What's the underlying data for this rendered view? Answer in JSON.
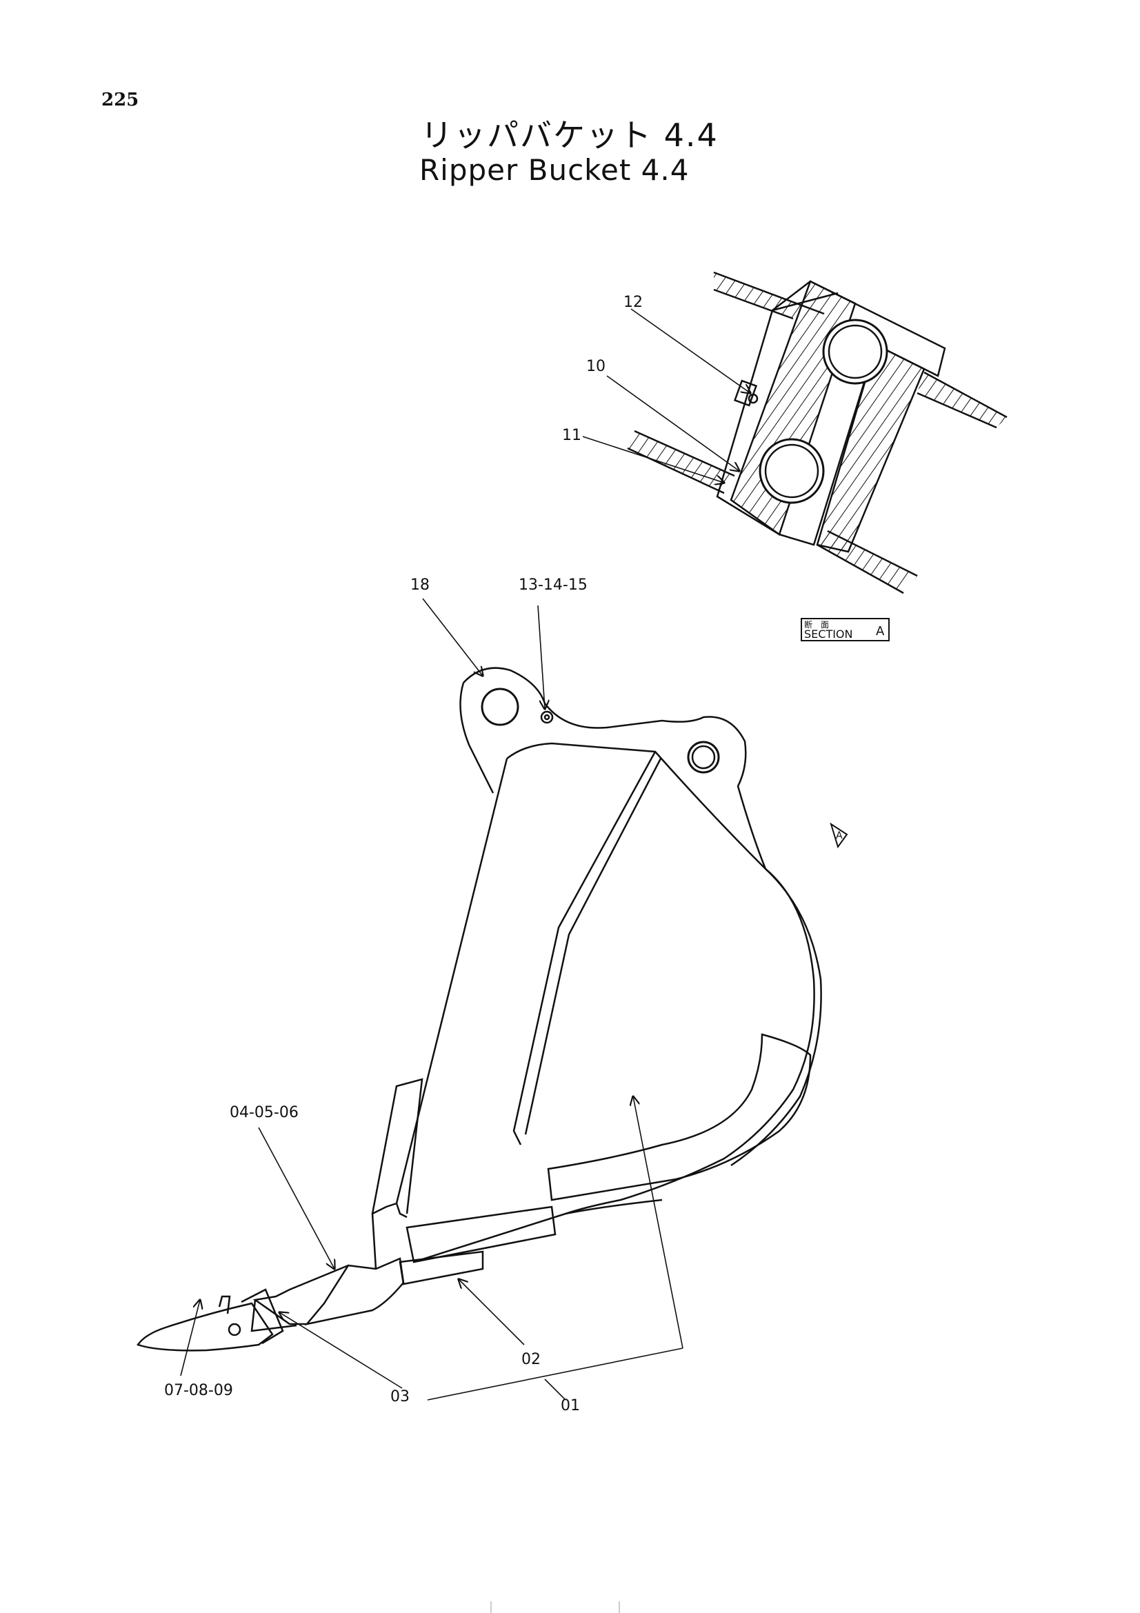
{
  "page": {
    "number": "225"
  },
  "title": {
    "japanese": "リッパバケット 4.4",
    "english": "Ripper Bucket 4.4"
  },
  "callouts": {
    "c12": "12",
    "c10": "10",
    "c11": "11",
    "c18": "18",
    "c131415": "13-14-15",
    "c040506": "04-05-06",
    "c070809": "07-08-09",
    "c03": "03",
    "c02": "02",
    "c01": "01"
  },
  "section_label": {
    "kanji": "断　面",
    "text": "SECTION",
    "letter": "A"
  },
  "view_marker": "A"
}
